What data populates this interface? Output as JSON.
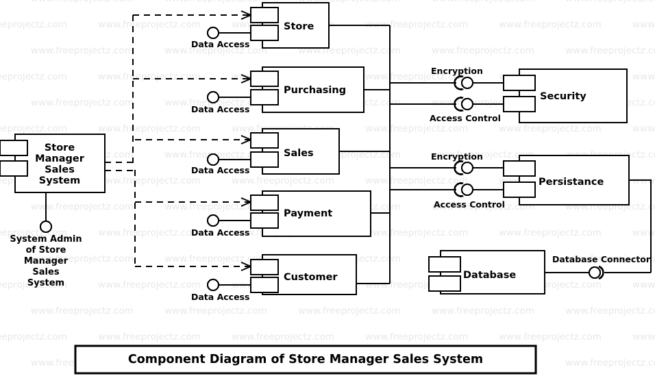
{
  "diagram": {
    "title": "Component Diagram of Store Manager Sales System",
    "system": {
      "name": "Store Manager Sales System",
      "name_lines": [
        "Store",
        "Manager",
        "Sales",
        "System"
      ],
      "provided_interface": "System Admin of Store Manager Sales System",
      "provided_interface_lines": [
        "System Admin",
        "of Store",
        "Manager",
        "Sales",
        "System"
      ]
    },
    "components": [
      {
        "name": "Store",
        "required_interface": "Data Access"
      },
      {
        "name": "Purchasing",
        "required_interface": "Data Access"
      },
      {
        "name": "Sales",
        "required_interface": "Data Access"
      },
      {
        "name": "Payment",
        "required_interface": "Data Access"
      },
      {
        "name": "Customer",
        "required_interface": "Data Access"
      }
    ],
    "service_components": [
      {
        "name": "Security",
        "interfaces": [
          "Encryption",
          "Access Control"
        ]
      },
      {
        "name": "Persistance",
        "interfaces": [
          "Encryption",
          "Access Control"
        ]
      }
    ],
    "data_components": [
      {
        "name": "Database",
        "interface": "Database Connector"
      }
    ],
    "interface_labels": {
      "data_access": "Data Access",
      "encryption": "Encryption",
      "access_control": "Access Control",
      "database_connector": "Database Connector"
    },
    "colors": {
      "stroke": "#000000",
      "fill": "#ffffff",
      "watermark": "#e8e8e8",
      "background": "#ffffff"
    }
  },
  "watermark": {
    "text": "www.freeprojectz.com"
  }
}
